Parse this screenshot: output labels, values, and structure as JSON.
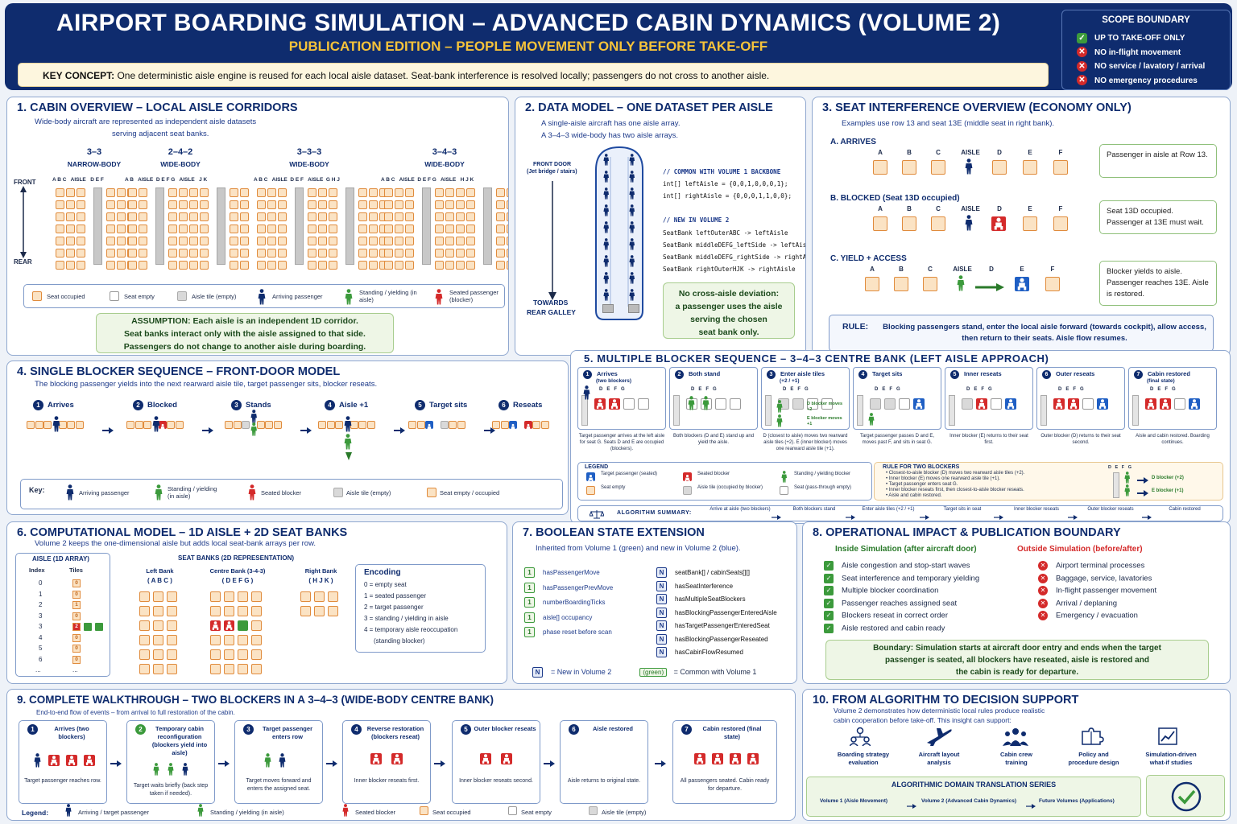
{
  "header": {
    "title": "AIRPORT BOARDING SIMULATION – ADVANCED CABIN DYNAMICS (VOLUME 2)",
    "subtitle": "PUBLICATION EDITION – PEOPLE MOVEMENT ONLY BEFORE TAKE-OFF",
    "key_label": "KEY CONCEPT:",
    "key_text": " One deterministic aisle engine is reused for each local aisle dataset. Seat-bank interference is resolved locally; passengers do not cross to another aisle."
  },
  "scope": {
    "title": "SCOPE BOUNDARY",
    "items": [
      {
        "text": "UP TO TAKE-OFF ONLY",
        "status": "ok"
      },
      {
        "text": "NO in-flight movement",
        "status": "no"
      },
      {
        "text": "NO service / lavatory / arrival",
        "status": "no"
      },
      {
        "text": "NO emergency procedures",
        "status": "no"
      }
    ]
  },
  "p1": {
    "title": "1.  CABIN OVERVIEW – LOCAL AISLE CORRIDORS",
    "sub1": "Wide-body aircraft are represented as independent aisle datasets",
    "sub2": "serving adjacent seat banks.",
    "configs": [
      {
        "name": "3–3",
        "type": "NARROW-BODY",
        "cols": "A B C   AISLE   D E F"
      },
      {
        "name": "2–4–2",
        "type": "WIDE-BODY",
        "cols": "A B   AISLE  D E F G   AISLE   J K"
      },
      {
        "name": "3–3–3",
        "type": "WIDE-BODY",
        "cols": "A B C   AISLE  D E F   AISLE  G H J"
      },
      {
        "name": "3–4–3",
        "type": "WIDE-BODY",
        "cols": "A B C   AISLE  D E F G   AISLE   H J K"
      }
    ],
    "front": "FRONT",
    "rear": "REAR",
    "legend": [
      "Seat occupied",
      "Seat empty",
      "Aisle tile (empty)",
      "Arriving passenger",
      "Standing / yielding (in aisle)",
      "Seated passenger (blocker)"
    ],
    "assumption": [
      "ASSUMPTION: Each aisle is an independent 1D corridor.",
      "Seat banks interact only with the aisle assigned to that side.",
      "Passengers do not change to another aisle during boarding."
    ]
  },
  "p2": {
    "title": "2.  DATA MODEL – ONE DATASET PER AISLE",
    "sub1": "A single-aisle aircraft has one aisle array.",
    "sub2": "A 3–4–3 wide-body has two aisle arrays.",
    "front_door": "FRONT DOOR",
    "front_door2": "(Jet bridge / stairs)",
    "towards": "TOWARDS",
    "rear_galley": "REAR GALLEY",
    "code": [
      {
        "t": "// COMMON WITH VOLUME 1 BACKBONE",
        "c": true
      },
      {
        "t": "int[] leftAisle   = {0,0,1,0,0,0,1};",
        "c": false
      },
      {
        "t": "int[] rightAisle  = {0,0,0,1,1,0,0};",
        "c": false
      },
      {
        "t": "// NEW IN VOLUME 2",
        "c": true
      },
      {
        "t": "SeatBank leftOuterABC   -> leftAisle",
        "c": false
      },
      {
        "t": "SeatBank middleDEFG_leftSide  -> leftAisle",
        "c": false
      },
      {
        "t": "SeatBank middleDEFG_rightSide -> rightAisle",
        "c": false
      },
      {
        "t": "SeatBank rightOuterHJK  -> rightAisle",
        "c": false
      }
    ],
    "note": [
      "No cross-aisle deviation:",
      "a passenger uses the aisle",
      "serving the chosen",
      "seat bank only."
    ]
  },
  "p3": {
    "title": "3.  SEAT INTERFERENCE OVERVIEW (ECONOMY ONLY)",
    "sub": "Examples use row 13 and seat 13E (middle seat in right bank).",
    "cols": [
      "A",
      "B",
      "C",
      "AISLE",
      "D",
      "E",
      "F"
    ],
    "rows": [
      {
        "label": "A.  ARRIVES",
        "note": "Passenger in aisle at Row 13."
      },
      {
        "label": "B.  BLOCKED (Seat 13D occupied)",
        "note": "Seat 13D occupied. Passenger at 13E must wait."
      },
      {
        "label": "C.  YIELD + ACCESS",
        "note": "Blocker yields to aisle. Passenger reaches 13E. Aisle is restored."
      }
    ],
    "rule_label": "RULE:",
    "rule": " Blocking passengers stand, enter the local aisle forward (towards cockpit), allow access, then return to their seats. Aisle flow resumes."
  },
  "p4": {
    "title": "4.  SINGLE BLOCKER SEQUENCE – FRONT-DOOR MODEL",
    "sub": "The blocking passenger yields into the next rearward aisle tile, target passenger sits, blocker reseats.",
    "steps": [
      "Arrives",
      "Blocked",
      "Stands",
      "Aisle +1",
      "Target sits",
      "Reseats"
    ],
    "key": "Key:",
    "legend": [
      "Arriving passenger",
      "Standing / yielding (in aisle)",
      "Seated blocker",
      "Aisle tile (empty)",
      "Seat empty / occupied"
    ]
  },
  "p5": {
    "title": "5.  MULTIPLE BLOCKER SEQUENCE – 3–4–3 CENTRE BANK (LEFT AISLE APPROACH)",
    "steps": [
      {
        "t": "Arrives",
        "s": "(two blockers)",
        "d": "Target passenger arrives at the left aisle for seat G. Seats D and E are occupied (blockers)."
      },
      {
        "t": "Both stand",
        "s": "",
        "d": "Both blockers (D and E) stand up and yield the aisle."
      },
      {
        "t": "Enter aisle tiles",
        "s": "(+2 / +1)",
        "d": "D (closest to aisle) moves two rearward aisle tiles (+2). E (inner blocker) moves one rearward aisle tile (+1)."
      },
      {
        "t": "Target sits",
        "s": "",
        "d": "Target passenger passes D and E, moves past F, and sits in seat G."
      },
      {
        "t": "Inner reseats",
        "s": "",
        "d": "Inner blocker (E) returns to their seat first."
      },
      {
        "t": "Outer reseats",
        "s": "",
        "d": "Outer blocker (D) returns to their seat second."
      },
      {
        "t": "Cabin restored",
        "s": "(final state)",
        "d": "Aisle and cabin restored. Boarding continues."
      }
    ],
    "cols": "D   E   F   G",
    "d_blocker": "D blocker moves +2",
    "e_blocker": "E blocker moves +1",
    "legend_title": "LEGEND",
    "legend": [
      "Target passenger (seated)",
      "Seated blocker",
      "Standing / yielding blocker",
      "Seat empty",
      "Aisle tile (occupied by blocker)",
      "Seat (pass-through empty)"
    ],
    "rule_title": "RULE FOR TWO BLOCKERS",
    "rules": [
      "Closest-to-aisle blocker (D) moves two rearward aisle tiles (+2).",
      "Inner blocker (E) moves one rearward aisle tile (+1).",
      "Target passenger enters seat G.",
      "Inner blocker reseats first, then closest-to-aisle blocker reseats.",
      "Aisle and cabin restored."
    ],
    "rule_d": "D blocker (+2)",
    "rule_e": "E blocker (+1)",
    "algo_label": "ALGORITHM SUMMARY:",
    "algo": [
      "Arrive at aisle (two blockers)",
      "Both blockers stand",
      "Enter aisle tiles (+2 / +1)",
      "Target sits in seat",
      "Inner blocker reseats",
      "Outer blocker reseats",
      "Cabin restored"
    ]
  },
  "p6": {
    "title": "6.  COMPUTATIONAL MODEL – 1D AISLE + 2D SEAT BANKS",
    "sub": "Volume 2 keeps the one-dimensional aisle but adds local seat-bank arrays per row.",
    "aisle_title": "AISLE (1D ARRAY)",
    "index": "Index",
    "tiles": "Tiles",
    "idx": [
      "0",
      "1",
      "2",
      "3",
      "3",
      "4",
      "5",
      "6",
      "..."
    ],
    "vals": [
      "0",
      "0",
      "1",
      "0",
      "2",
      "0",
      "0",
      "0",
      "..."
    ],
    "bank_title": "SEAT BANKS (2D REPRESENTATION)",
    "banks": [
      {
        "n": "Left Bank",
        "c": "( A B C )"
      },
      {
        "n": "Centre Bank (3-4-3)",
        "c": "( D E F G )"
      },
      {
        "n": "Right Bank",
        "c": "( H J K )"
      }
    ],
    "enc_title": "Encoding",
    "enc": [
      "0 = empty seat",
      "1 = seated passenger",
      "2 = target passenger",
      "3 = standing / yielding in aisle",
      "4 = temporary aisle reoccupation",
      "(standing blocker)"
    ]
  },
  "p7": {
    "title": "7.  BOOLEAN STATE EXTENSION",
    "sub": "Inherited from Volume 1 (green) and new in Volume 2 (blue).",
    "left": [
      "hasPassengerMove",
      "hasPassengerPrevMove",
      "numberBoardingTicks",
      "aisle[] occupancy",
      "phase reset before scan"
    ],
    "right": [
      "seatBank[] / cabinSeats[][]",
      "hasSeatInterference",
      "hasMultipleSeatBlockers",
      "hasBlockingPassengerEnteredAisle",
      "hasTargetPassengerEnteredSeat",
      "hasBlockingPassengerReseated",
      "hasCabinFlowResumed"
    ],
    "legN": "N",
    "legN_t": "= New in Volume 2",
    "legG": "(green)",
    "legG_t": "= Common with Volume 1"
  },
  "p8": {
    "title": "8.  OPERATIONAL IMPACT & PUBLICATION BOUNDARY",
    "in_title": "Inside Simulation (after aircraft door)",
    "out_title": "Outside Simulation (before/after)",
    "inside": [
      "Aisle congestion and stop-start waves",
      "Seat interference and temporary yielding",
      "Multiple blocker coordination",
      "Passenger reaches assigned seat",
      "Blockers reseat in correct order",
      "Aisle restored and cabin ready"
    ],
    "outside": [
      "Airport terminal processes",
      "Baggage, service, lavatories",
      "In-flight passenger movement",
      "Arrival / deplaning",
      "Emergency / evacuation"
    ],
    "boundary": [
      "Boundary: Simulation starts at aircraft door entry and ends when the target",
      "passenger is seated, all blockers have reseated, aisle is restored and",
      "the cabin is ready for departure."
    ]
  },
  "p9": {
    "title": "9.  COMPLETE WALKTHROUGH – TWO BLOCKERS IN A 3–4–3 (WIDE-BODY CENTRE BANK)",
    "sub": "End-to-end flow of events – from arrival to full restoration of the cabin.",
    "steps": [
      {
        "t": "Arrives (two blockers)",
        "d": "Target passenger reaches row."
      },
      {
        "t": "Temporary cabin reconfiguration (blockers yield into aisle)",
        "d": "Target waits briefly (back step taken if needed)."
      },
      {
        "t": "Target passenger enters row",
        "d": "Target moves forward and enters the assigned seat."
      },
      {
        "t": "Reverse restoration (blockers reseat)",
        "d": "Inner blocker reseats first."
      },
      {
        "t": "Outer blocker reseats",
        "d": "Inner blocker reseats second."
      },
      {
        "t": "Aisle restored",
        "d": "Aisle returns to original state."
      },
      {
        "t": "Cabin restored (final state)",
        "d": "All passengers seated. Cabin ready for departure."
      }
    ],
    "legend_label": "Legend:",
    "legend": [
      "Arriving / target passenger",
      "Standing / yielding (in aisle)",
      "Seated blocker",
      "Seat occupied",
      "Seat empty",
      "Aisle tile (empty)"
    ]
  },
  "p10": {
    "title": "10.  FROM ALGORITHM TO DECISION SUPPORT",
    "sub1": "Volume 2 demonstrates how deterministic local rules produce realistic",
    "sub2": "cabin cooperation before take-off. This insight can support:",
    "items": [
      {
        "a": "Boarding strategy",
        "b": "evaluation",
        "icon": "people-network-icon"
      },
      {
        "a": "Aircraft layout",
        "b": "analysis",
        "icon": "airplane-icon"
      },
      {
        "a": "Cabin crew",
        "b": "training",
        "icon": "crew-icon"
      },
      {
        "a": "Policy and",
        "b": "procedure design",
        "icon": "puzzle-icon"
      },
      {
        "a": "Simulation-driven",
        "b": "what-if studies",
        "icon": "chart-icon"
      }
    ],
    "series_title": "ALGORITHMIC DOMAIN TRANSLATION SERIES",
    "series": [
      "Volume 1 (Aisle Movement)",
      "Volume 2 (Advanced Cabin Dynamics)",
      "Future Volumes (Applications)"
    ]
  },
  "colors": {
    "navy": "#0f2c6e",
    "gold": "#f6c33a",
    "blue": "#1f5fc4",
    "green": "#3c9a3c",
    "red": "#d42a2a",
    "seat": "#fbe3c4"
  }
}
